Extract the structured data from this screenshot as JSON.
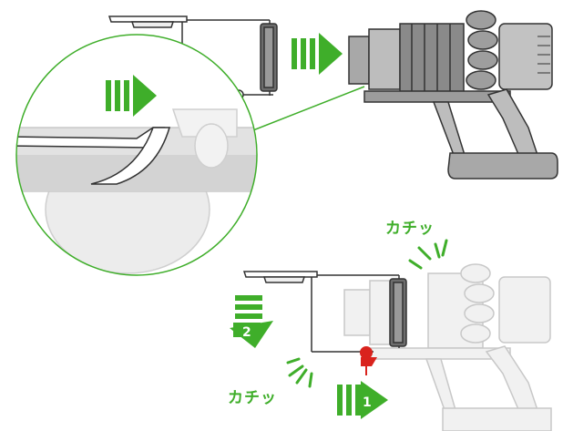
{
  "labels": {
    "click_top": "カチッ",
    "click_bottom": "カチッ"
  },
  "steps": {
    "step1": "1",
    "step2": "2"
  },
  "colors": {
    "accent_green": "#3fae2a",
    "latch_red": "#d9231d",
    "outline_dark": "#333333",
    "ghost_gray": "#c8c8c8",
    "body_gray": "#8a8a8a"
  },
  "icons": {
    "arrow_top": "triple-bar-arrow-right",
    "arrow_zoom": "triple-bar-arrow-right",
    "arrow_step1": "triple-bar-arrow-right",
    "arrow_step2": "triple-bar-arrow-down-left"
  }
}
